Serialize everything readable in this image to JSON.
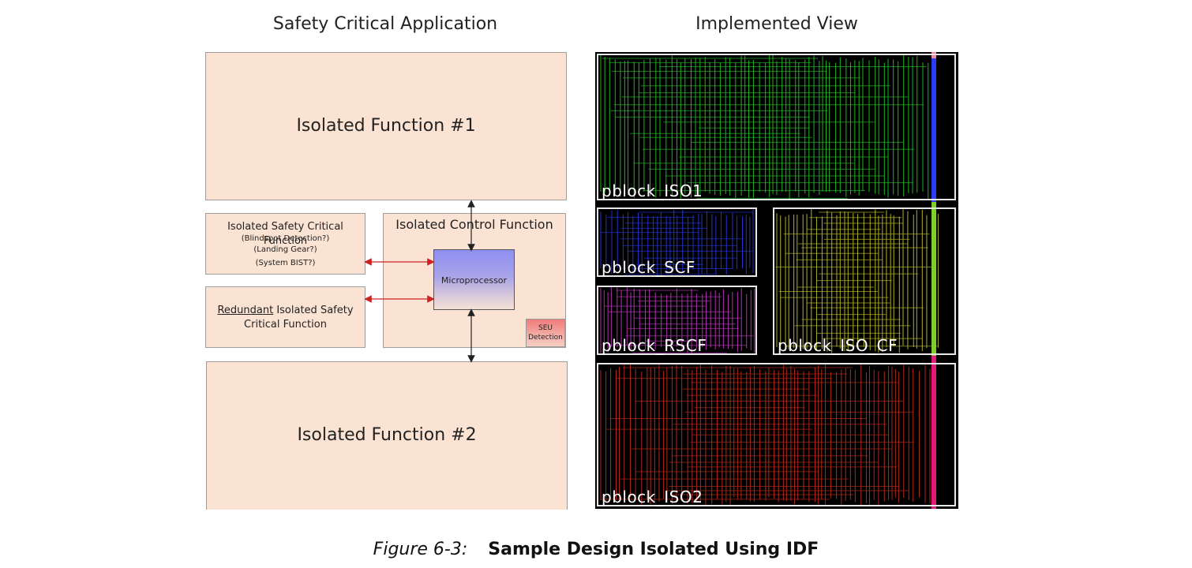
{
  "left_heading": "Safety Critical Application",
  "right_heading": "Implemented View",
  "iso_function_1": "Isolated Function #1",
  "iso_function_2": "Isolated Function #2",
  "scf": {
    "title": "Isolated Safety Critical Function",
    "line1": "(Blindspot Detection?)",
    "line2": "(Landing Gear?)",
    "line3": "(System BIST?)"
  },
  "rscf": {
    "underlined": "Redundant",
    "rest_line1": " Isolated Safety",
    "line2": "Critical Function"
  },
  "control_function": "Isolated Control Function",
  "microprocessor": "Microprocessor",
  "seu_line1": "SEU",
  "seu_line2": "Detection",
  "pblocks": {
    "iso1": "pblock_ISO1",
    "scf": "pblock_SCF",
    "rscf": "pblock_RSCF",
    "iso_cf": "pblock_ISO_CF",
    "iso2": "pblock_ISO2"
  },
  "colors": {
    "iso1": "#27d427",
    "scf": "#2a3df0",
    "rscf": "#d23ad2",
    "iso_cf": "#cfd12a",
    "iso2": "#d0301f",
    "box_fill": "#fbe3d4",
    "arrow_red": "#cc2222"
  },
  "caption": {
    "number": "Figure 6-3:",
    "title": "Sample Design Isolated Using IDF"
  }
}
